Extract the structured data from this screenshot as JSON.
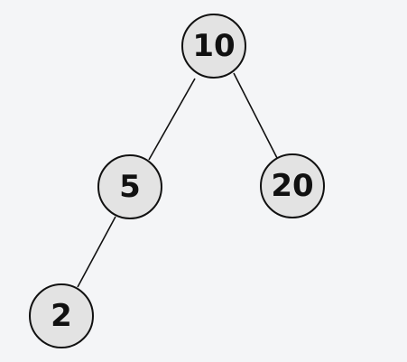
{
  "tree": {
    "nodes": [
      {
        "id": "n10",
        "label": "10"
      },
      {
        "id": "n5",
        "label": "5"
      },
      {
        "id": "n20",
        "label": "20"
      },
      {
        "id": "n2",
        "label": "2"
      }
    ],
    "edges": [
      {
        "from": "n10",
        "to": "n5"
      },
      {
        "from": "n10",
        "to": "n20"
      },
      {
        "from": "n5",
        "to": "n2"
      }
    ],
    "colors": {
      "background": "#f4f5f7",
      "node_fill": "#e3e3e3",
      "stroke": "#111111",
      "text": "#111111"
    }
  }
}
